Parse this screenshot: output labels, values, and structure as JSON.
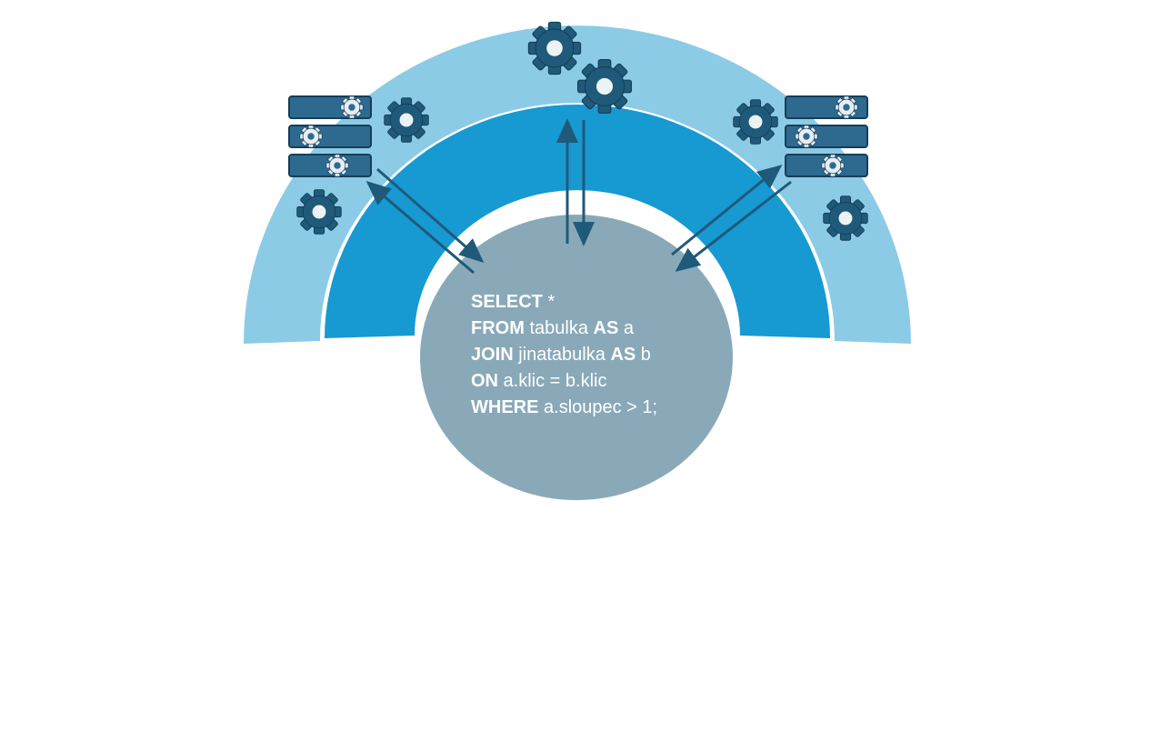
{
  "diagram": {
    "sql_lines": [
      {
        "keyword": "SELECT",
        "rest": " *"
      },
      {
        "keyword": "FROM",
        "rest": " tabulka ",
        "keyword2": "AS",
        "rest2": " a"
      },
      {
        "keyword": "JOIN",
        "rest": " jinatabulka ",
        "keyword2": "AS",
        "rest2": " b"
      },
      {
        "keyword": "ON",
        "rest": " a.klic = b.klic",
        "keyword2": "",
        "rest2": ""
      },
      {
        "keyword": "WHERE",
        "rest": " a.sloupec > 1;",
        "keyword2": "",
        "rest2": ""
      }
    ],
    "colors": {
      "outer_ring": "#8ccbe6",
      "inner_ring": "#1799d2",
      "center_circle": "#89a9b9",
      "dark_navy": "#1f5a7a",
      "bar_fill": "#2e6990",
      "sql_text": "#ffffff"
    },
    "icons": {
      "gear": "gear-icon",
      "server": "server-rack-icon",
      "arrow": "bidirectional-arrow-icon"
    }
  }
}
